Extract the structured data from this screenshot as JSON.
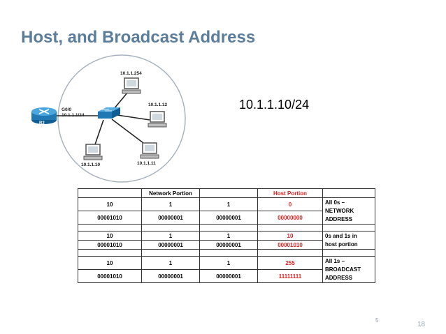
{
  "title": "Host, and Broadcast Address",
  "address_note": "10.1.1.10/24",
  "page_number": "18",
  "small_mark": "5",
  "topology": {
    "router_name": "R2",
    "router_iface": "G0/0",
    "router_ip": "10.1.1.1/24",
    "hosts": [
      "10.1.1.254",
      "10.1.1.12",
      "10.1.1.11",
      "10.1.1.10"
    ]
  },
  "table": {
    "header": [
      "Network Portion",
      "Host Portion"
    ],
    "blocks": [
      {
        "decimal": [
          "10",
          "1",
          "1",
          "0"
        ],
        "binary": [
          "00001010",
          "00000001",
          "00000001",
          "00000000"
        ],
        "note": [
          "All 0s –",
          "NETWORK",
          "ADDRESS"
        ]
      },
      {
        "decimal": [
          "10",
          "1",
          "1",
          "10"
        ],
        "binary": [
          "00001010",
          "00000001",
          "00000001",
          "00001010"
        ],
        "note": [
          "0s and 1s in",
          "host portion"
        ]
      },
      {
        "decimal": [
          "10",
          "1",
          "1",
          "255"
        ],
        "binary": [
          "00001010",
          "00000001",
          "00000001",
          "11111111"
        ],
        "note": [
          "All 1s –",
          "BROADCAST",
          "ADDRESS"
        ]
      }
    ]
  }
}
